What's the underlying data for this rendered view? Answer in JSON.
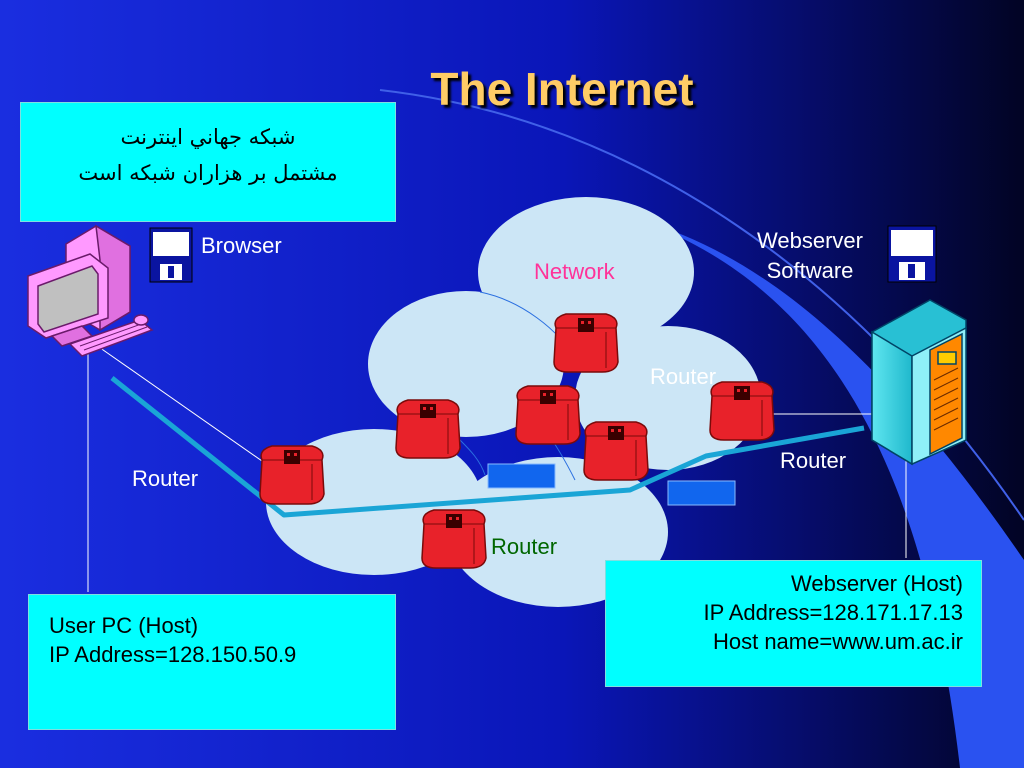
{
  "title": "The Internet",
  "persian_box": {
    "line1": "شبکه جهاني اينترنت",
    "line2": "مشتمل بر هزاران شبکه است"
  },
  "labels": {
    "browser": "Browser",
    "webserver_line1": "Webserver",
    "webserver_line2": "Software",
    "network": "Network",
    "router_right_top": "Router",
    "router_right": "Router",
    "router_left": "Router",
    "router_bottom": "Router"
  },
  "user_box": {
    "line1": "User PC (Host)",
    "line2": "IP Address=128.150.50.9"
  },
  "server_box": {
    "line1": "Webserver (Host)",
    "line2": "IP Address=128.171.17.13",
    "line3": "Host name=www.um.ac.ir"
  },
  "icons": [
    "user-pc-icon",
    "floppy-disk-icon",
    "web-server-tower-icon",
    "router-icon"
  ],
  "colors": {
    "background": "#0a1fcc",
    "title": "#ffcc66",
    "info_box": "#00ffff",
    "cloud": "#cce6f6",
    "router": "#e8222a",
    "path": "#1aa5d6"
  }
}
